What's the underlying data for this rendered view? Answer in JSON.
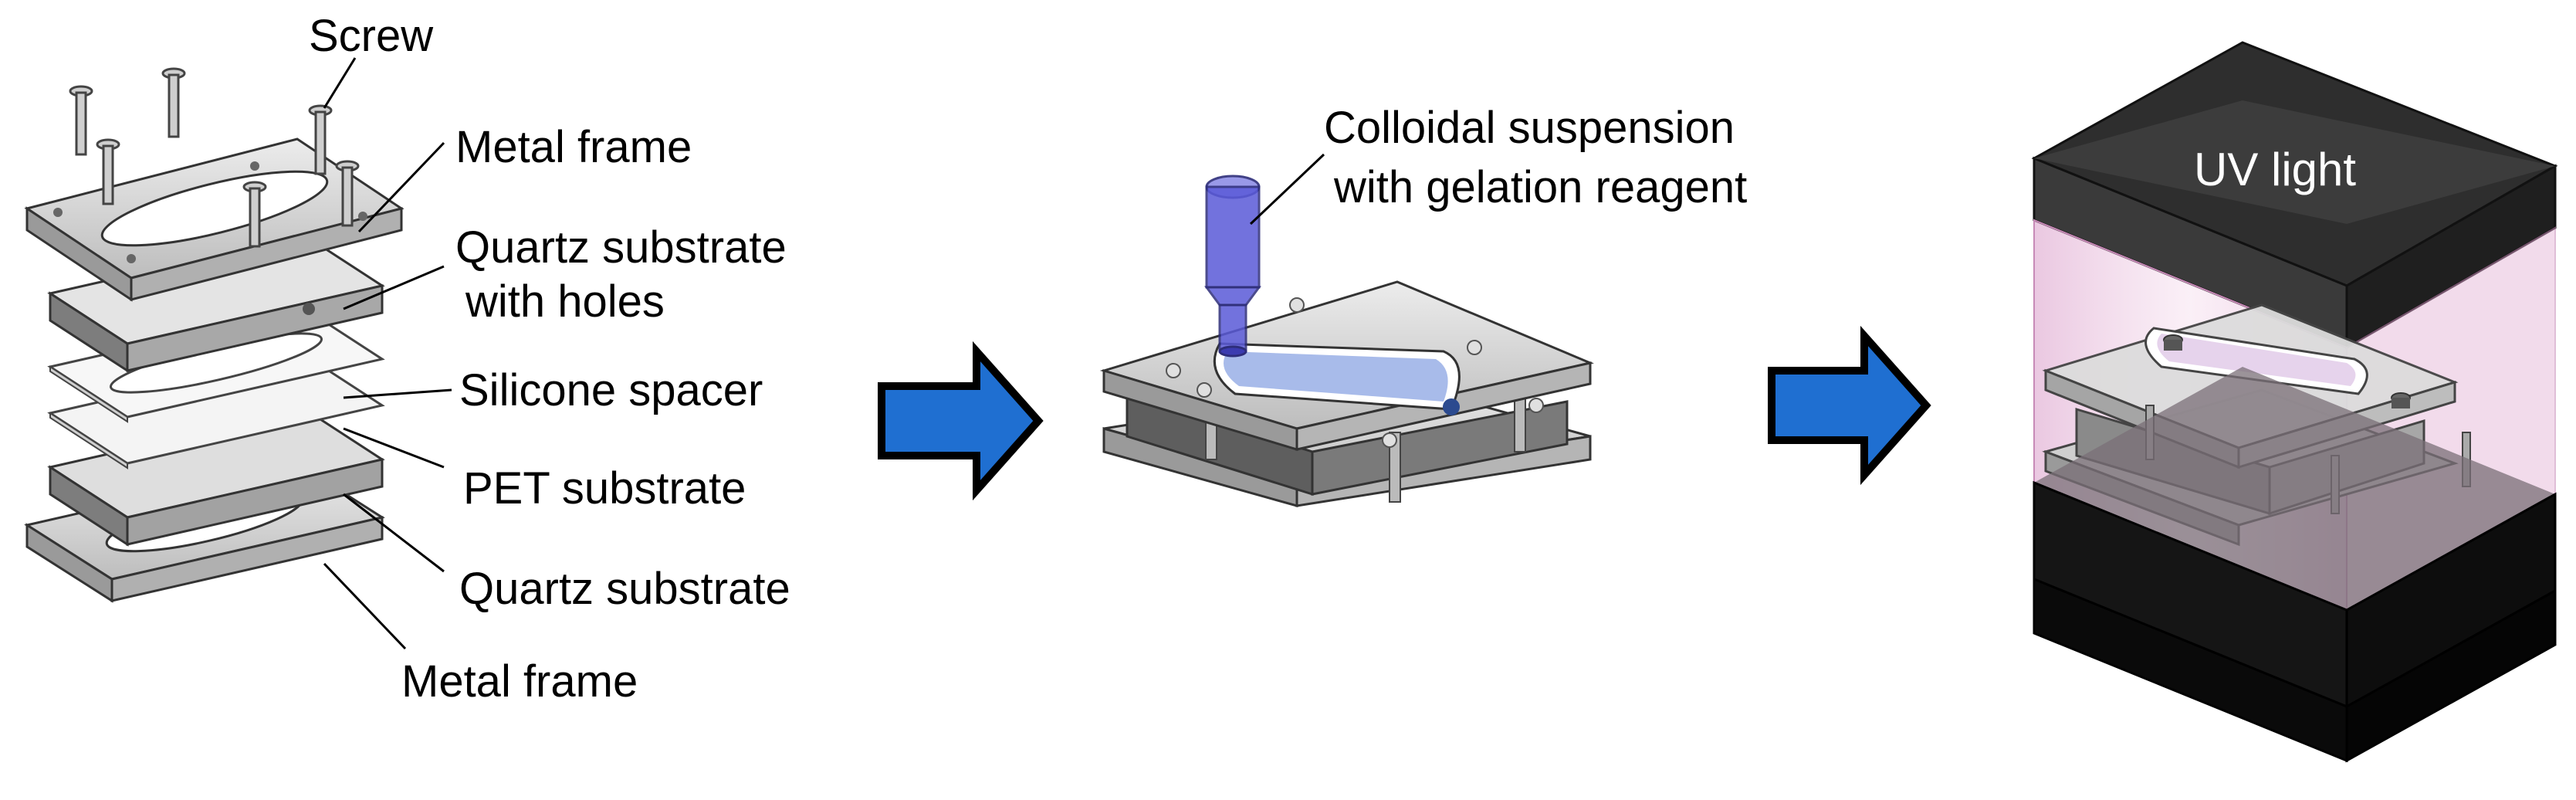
{
  "labels": {
    "screw": "Screw",
    "metal_frame_top": "Metal frame",
    "quartz_holes_line1": "Quartz substrate",
    "quartz_holes_line2": "with holes",
    "silicone_spacer": "Silicone spacer",
    "pet_substrate": "PET substrate",
    "quartz_substrate": "Quartz substrate",
    "metal_frame_bottom": "Metal frame",
    "colloid_line1": "Colloidal suspension",
    "colloid_line2": "with gelation reagent",
    "uv_light": "UV light"
  },
  "colors": {
    "arrow_fill": "#1f6fd1",
    "arrow_outline": "#000000",
    "metal": "#d6d6d6",
    "solution": "#5a5ad8",
    "uv_box": "#3a3a3a",
    "uv_glow": "#e6b3d6"
  }
}
